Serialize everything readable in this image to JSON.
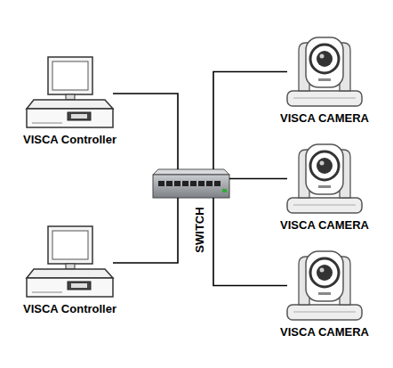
{
  "diagram": {
    "nodes": [
      {
        "text": [
          "VISCA Controller"
        ]
      },
      {
        "text": [
          "VISCA Controller"
        ]
      },
      {
        "text": [
          "SWITCH"
        ]
      },
      {
        "text": [
          "VISCA CAMERA"
        ]
      },
      {
        "text": [
          "VISCA CAMERA"
        ]
      },
      {
        "text": [
          "VISCA CAMERA"
        ]
      }
    ],
    "edges": [
      {
        "from": 0,
        "to": 2,
        "arrow": "none"
      },
      {
        "from": 1,
        "to": 2,
        "arrow": "none"
      },
      {
        "from": 2,
        "to": 3,
        "arrow": "none"
      },
      {
        "from": 2,
        "to": 4,
        "arrow": "none"
      },
      {
        "from": 2,
        "to": 5,
        "arrow": "none"
      }
    ]
  }
}
